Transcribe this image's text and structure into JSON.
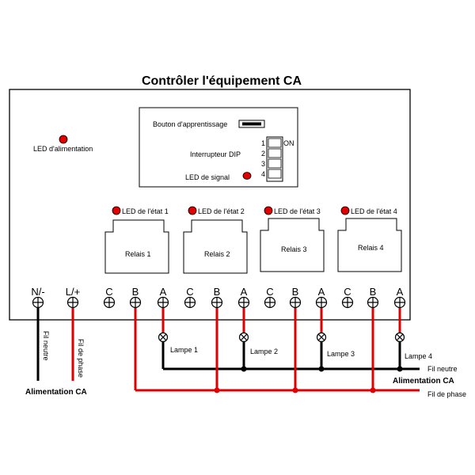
{
  "title": "Contrôler l'équipement CA",
  "power_led_label": "LED d'alimentation",
  "learn_button_label": "Bouton d'apprentissage",
  "dip_switch_label": "Interrupteur DIP",
  "dip_on_label": "ON",
  "dip_numbers": [
    "1",
    "2",
    "3",
    "4"
  ],
  "signal_led_label": "LED de signal",
  "status_leds": [
    "LED de l'état 1",
    "LED de l'état 2",
    "LED de l'état 3",
    "LED de l'état 4"
  ],
  "relays": [
    "Relais 1",
    "Relais 2",
    "Relais 3",
    "Relais 4"
  ],
  "terminals": [
    "N/-",
    "L/+",
    "C",
    "B",
    "A",
    "C",
    "B",
    "A",
    "C",
    "B",
    "A",
    "C",
    "B",
    "A"
  ],
  "wire_neutral_label": "Fil neutre",
  "wire_phase_label": "Fil de phase",
  "power_supply_label": "Alimentation CA",
  "lamps": [
    "Lampe 1",
    "Lampe 2",
    "Lampe 3",
    "Lampe 4"
  ],
  "right_neutral_label": "Fil neutre",
  "right_power_label": "Alimentation CA",
  "right_phase_label": "Fil de phase",
  "colors": {
    "led": "#e00000",
    "wire_phase": "#e00000",
    "wire_neutral": "#000000",
    "outline": "#000000"
  }
}
